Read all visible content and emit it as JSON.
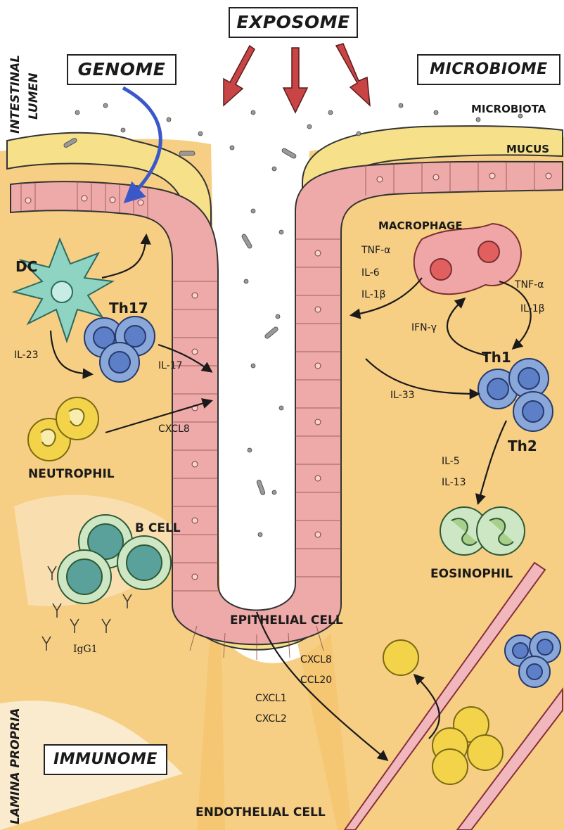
{
  "boxes": {
    "exposome": "EXPOSOME",
    "genome": "GENOME",
    "microbiome": "MICROBIOME",
    "immunome": "IMMUNOME"
  },
  "regions": {
    "intestinal": "INTESTINAL",
    "lumen": "LUMEN",
    "lamina_propria": "LAMINA PROPRIA",
    "microbiota": "MICROBIOTA",
    "mucus": "MUCUS"
  },
  "cells": {
    "macrophage": "MACROPHAGE",
    "dc": "DC",
    "th17": "Th17",
    "th1": "Th1",
    "th2": "Th2",
    "neutrophil": "NEUTROPHIL",
    "b_cell": "B CELL",
    "igg1": "IgG1",
    "eosinophil": "EOSINOPHIL",
    "epithelial": "EPITHELIAL CELL",
    "endothelial": "ENDOTHELIAL CELL"
  },
  "cytokines": {
    "tnf_a_left": "TNF-α",
    "il6": "IL-6",
    "il1b_left": "IL-1β",
    "tnf_a_right": "TNF-α",
    "il1b_right": "IL-1β",
    "ifn_g": "IFN-γ",
    "il23": "IL-23",
    "il17": "IL-17",
    "cxcl8_mid": "CXCL8",
    "il33": "IL-33",
    "il5": "IL-5",
    "il13": "IL-13",
    "cxcl8_bottom": "CXCL8",
    "ccl20": "CCL20",
    "cxcl1": "CXCL1",
    "cxcl2": "CXCL2"
  },
  "colors": {
    "lamina": "#f4c66e",
    "mucus": "#f6e08a",
    "epithelium": "#eeaaa8",
    "arrow_red": "#c94444",
    "arrow_blue": "#3b58c9",
    "blue_cell": "#8aa7d9",
    "green_cell": "#9cc48a",
    "yellow_cell": "#f2d34a",
    "macrophage": "#f0a6a6",
    "dc": "#8fd3c2"
  }
}
